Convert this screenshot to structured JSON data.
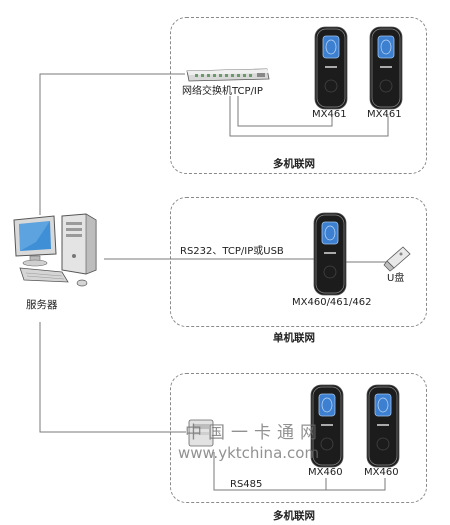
{
  "top": {
    "switch_label": "网络交换机TCP/IP",
    "device1_label": "MX461",
    "device2_label": "MX461",
    "caption": "多机联网"
  },
  "middle": {
    "connection_label": "RS232、TCP/IP或USB",
    "device_label": "MX460/461/462",
    "usb_label": "U盘",
    "caption": "单机联网"
  },
  "left": {
    "server_label": "服务器"
  },
  "bottom": {
    "device1_label": "MX460",
    "device2_label": "MX460",
    "rs485_label": "RS485",
    "caption": "多机联网"
  },
  "watermark": {
    "cn": "中国一卡通网",
    "url": "www.yktchina.com"
  },
  "colors": {
    "line": "#7a7a7a",
    "box_border": "#8a8a8a",
    "device_body": "#1c1c1c",
    "sensor_blue": "#3d7fd0",
    "monitor_screen": "#3f8fd6",
    "usb_body": "#e9e9e9"
  },
  "icons": [
    "server-icon",
    "network-switch-icon",
    "fingerprint-terminal-icon",
    "usb-drive-icon",
    "rs485-converter-icon"
  ]
}
